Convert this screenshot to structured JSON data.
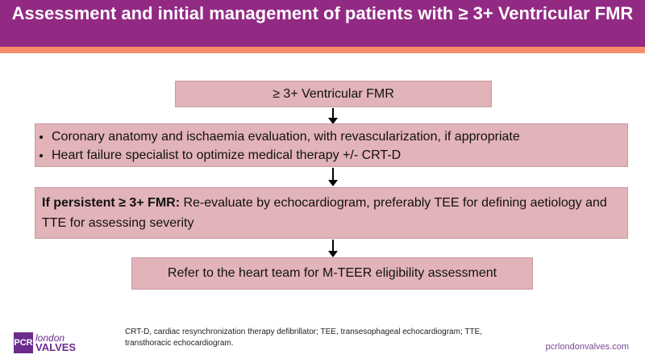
{
  "header": {
    "title": "Assessment and initial management of patients with ≥ 3+ Ventricular FMR"
  },
  "flow": {
    "step1": "≥ 3+ Ventricular FMR",
    "step2": [
      "Coronary anatomy and ischaemia evaluation, with revascularization, if appropriate",
      "Heart failure specialist to optimize medical therapy +/- CRT-D"
    ],
    "step3_bold": "If persistent ≥ 3+ FMR:",
    "step3_text": " Re-evaluate by echocardiogram, preferably TEE for defining aetiology and TTE for assessing severity",
    "step4": "Refer to the heart team for M-TEER eligibility assessment"
  },
  "footer": {
    "abbreviations": "CRT-D, cardiac resynchronization therapy defibrillator; TEE, transesophageal echocardiogram; TTE, transthoracic echocardiogram.",
    "url": "pcrlondonvalves.com",
    "logo": {
      "mark": "PCR",
      "line1": "london",
      "line2": "VALVES"
    }
  }
}
